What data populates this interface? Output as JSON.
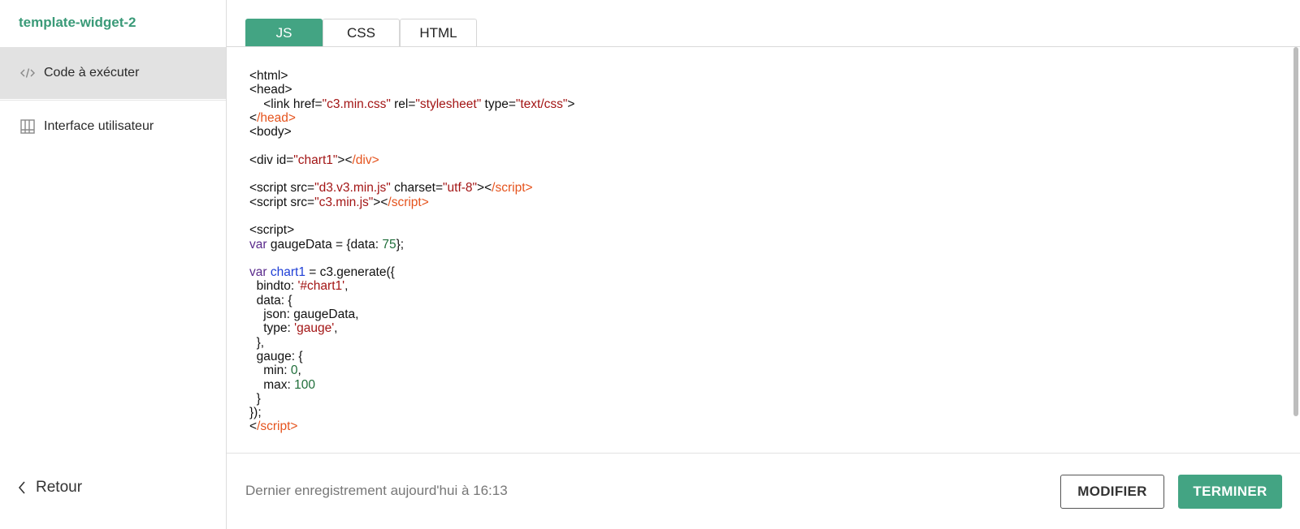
{
  "sidebar": {
    "widget_title": "template-widget-2",
    "items": [
      {
        "label": "Code à exécuter",
        "icon": "code-icon",
        "active": true
      },
      {
        "label": "Interface utilisateur",
        "icon": "layout-icon",
        "active": false
      }
    ],
    "back_label": "Retour"
  },
  "tabs": [
    {
      "label": "JS",
      "active": true
    },
    {
      "label": "CSS",
      "active": false
    },
    {
      "label": "HTML",
      "active": false
    }
  ],
  "editor": {
    "lines": [
      [
        {
          "t": "<html>"
        }
      ],
      [
        {
          "t": "<head>"
        }
      ],
      [
        {
          "t": "    <link href="
        },
        {
          "t": "\"c3.min.css\"",
          "c": "str"
        },
        {
          "t": " rel="
        },
        {
          "t": "\"stylesheet\"",
          "c": "str"
        },
        {
          "t": " type="
        },
        {
          "t": "\"text/css\"",
          "c": "str"
        },
        {
          "t": ">"
        }
      ],
      [
        {
          "t": "<"
        },
        {
          "t": "/head>",
          "c": "tag"
        }
      ],
      [
        {
          "t": "<body>"
        }
      ],
      [
        {
          "t": ""
        }
      ],
      [
        {
          "t": "<div id="
        },
        {
          "t": "\"chart1\"",
          "c": "str"
        },
        {
          "t": "><"
        },
        {
          "t": "/div>",
          "c": "tag"
        }
      ],
      [
        {
          "t": ""
        }
      ],
      [
        {
          "t": "<script src="
        },
        {
          "t": "\"d3.v3.min.js\"",
          "c": "str"
        },
        {
          "t": " charset="
        },
        {
          "t": "\"utf-8\"",
          "c": "str"
        },
        {
          "t": "><"
        },
        {
          "t": "/script>",
          "c": "tag"
        }
      ],
      [
        {
          "t": "<script src="
        },
        {
          "t": "\"c3.min.js\"",
          "c": "str"
        },
        {
          "t": "><"
        },
        {
          "t": "/script>",
          "c": "tag"
        }
      ],
      [
        {
          "t": ""
        }
      ],
      [
        {
          "t": "<script>"
        }
      ],
      [
        {
          "t": "var",
          "c": "kw"
        },
        {
          "t": " gaugeData = {data: "
        },
        {
          "t": "75",
          "c": "num"
        },
        {
          "t": "};"
        }
      ],
      [
        {
          "t": ""
        }
      ],
      [
        {
          "t": "var",
          "c": "kw"
        },
        {
          "t": " "
        },
        {
          "t": "chart1",
          "c": "var"
        },
        {
          "t": " = c3.generate({"
        }
      ],
      [
        {
          "t": "  bindto: "
        },
        {
          "t": "'#chart1'",
          "c": "str"
        },
        {
          "t": ","
        }
      ],
      [
        {
          "t": "  data: {"
        }
      ],
      [
        {
          "t": "    json: gaugeData,"
        }
      ],
      [
        {
          "t": "    type: "
        },
        {
          "t": "'gauge'",
          "c": "str"
        },
        {
          "t": ","
        }
      ],
      [
        {
          "t": "  },"
        }
      ],
      [
        {
          "t": "  gauge: {"
        }
      ],
      [
        {
          "t": "    min: "
        },
        {
          "t": "0",
          "c": "num"
        },
        {
          "t": ","
        }
      ],
      [
        {
          "t": "    max: "
        },
        {
          "t": "100",
          "c": "num"
        }
      ],
      [
        {
          "t": "  }"
        }
      ],
      [
        {
          "t": "});"
        }
      ],
      [
        {
          "t": "<"
        },
        {
          "t": "/script>",
          "c": "tag"
        }
      ]
    ]
  },
  "footer": {
    "status_text": "Dernier enregistrement aujourd'hui à 16:13",
    "modify_label": "MODIFIER",
    "finish_label": "TERMINER"
  },
  "colors": {
    "accent": "#43a483",
    "title_green": "#3a9a78",
    "string": "#a31515",
    "closing_tag": "#e5531d",
    "keyword": "#5a2a8c",
    "number": "#1f6e3a",
    "variable": "#1f3fd6"
  }
}
